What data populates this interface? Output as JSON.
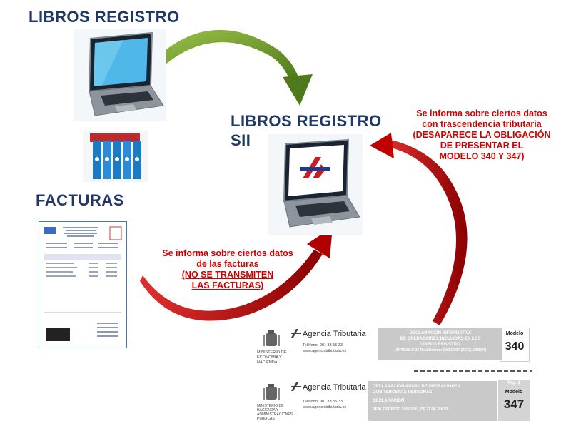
{
  "headings": {
    "libros_registro": "LIBROS REGISTRO",
    "libros_registro_sii_line1": "LIBROS REGISTRO",
    "libros_registro_sii_line2": "SII",
    "facturas": "FACTURAS"
  },
  "notes": {
    "facturas_note_line1": "Se informa sobre ciertos datos",
    "facturas_note_line2": "de las facturas",
    "facturas_note_line3": "(NO SE TRANSMITEN",
    "facturas_note_line4": "LAS FACTURAS)",
    "modelos_note_line1": "Se informa sobre ciertos datos",
    "modelos_note_line2": "con trascendencia tributaria",
    "modelos_note_line3": "(DESAPARECE LA OBLIGACIÓN",
    "modelos_note_line4": "DE PRESENTAR EL",
    "modelos_note_line5": "MODELO 340 Y 347)"
  },
  "form_340": {
    "agency": "Agencia Tributaria",
    "phone": "Teléfono: 901 33 55 33",
    "web": "www.agenciatributaria.es",
    "ministry": "MINISTERIO DE ECONOMÍA Y HACIENDA",
    "title_line1": "DECLARACIÓN INFORMATIVA",
    "title_line2": "DE OPERACIONES INCLUIDAS EN LOS",
    "title_line3": "LIBROS REGISTRO",
    "title_line4": "(ARTÍCULO 36 Real Decreto 1065/2007 (RGG), 24/8/07)",
    "modelo_label": "Modelo",
    "modelo_number": "340"
  },
  "form_347": {
    "agency": "Agencia Tributaria",
    "phone": "Teléfono: 901 33 55 33",
    "web": "www.agenciatributaria.es",
    "ministry": "MINISTERIO DE HACIENDA Y ADMINISTRACIONES PÚBLICAS",
    "title_line1": "DECLARACIÓN ANUAL DE OPERACIONES",
    "title_line2": "CON TERCERAS PERSONAS",
    "title_line3": "DECLARACIÓN",
    "title_line4": "REAL DECRETO 1065/2007, DE 27 DE JULIO",
    "page_label": "Pág. 1",
    "modelo_label": "Modelo",
    "modelo_number": "347"
  },
  "colors": {
    "heading": "#1f3864",
    "note_red": "#d40000",
    "arrow_green": "#6b9a2f",
    "arrow_red": "#c00000"
  }
}
